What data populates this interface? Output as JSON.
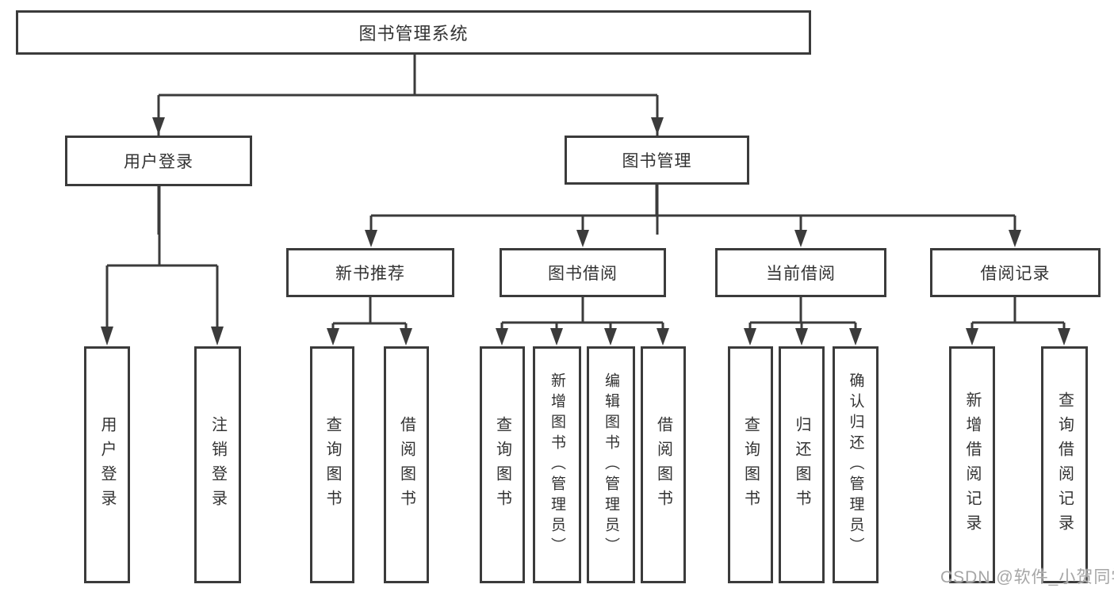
{
  "tree": {
    "label": "图书管理系统",
    "children": [
      {
        "label": "用户登录",
        "children": [
          {
            "label": "用户登录"
          },
          {
            "label": "注销登录"
          }
        ]
      },
      {
        "label": "图书管理",
        "children": [
          {
            "label": "新书推荐",
            "children": [
              {
                "label": "查询图书"
              },
              {
                "label": "借阅图书"
              }
            ]
          },
          {
            "label": "图书借阅",
            "children": [
              {
                "label": "查询图书"
              },
              {
                "label": "新增图书（管理员）"
              },
              {
                "label": "编辑图书（管理员）"
              },
              {
                "label": "借阅图书"
              }
            ]
          },
          {
            "label": "当前借阅",
            "children": [
              {
                "label": "查询图书"
              },
              {
                "label": "归还图书"
              },
              {
                "label": "确认归还（管理员）"
              }
            ]
          },
          {
            "label": "借阅记录",
            "children": [
              {
                "label": "新增借阅记录"
              },
              {
                "label": "查询借阅记录"
              }
            ]
          }
        ]
      }
    ]
  },
  "watermark": "CSDN @软件_小贺同学",
  "colors": {
    "line": "#3b3b3b",
    "text": "#333333",
    "watermark": "#a6a6a6",
    "background": "#ffffff"
  }
}
